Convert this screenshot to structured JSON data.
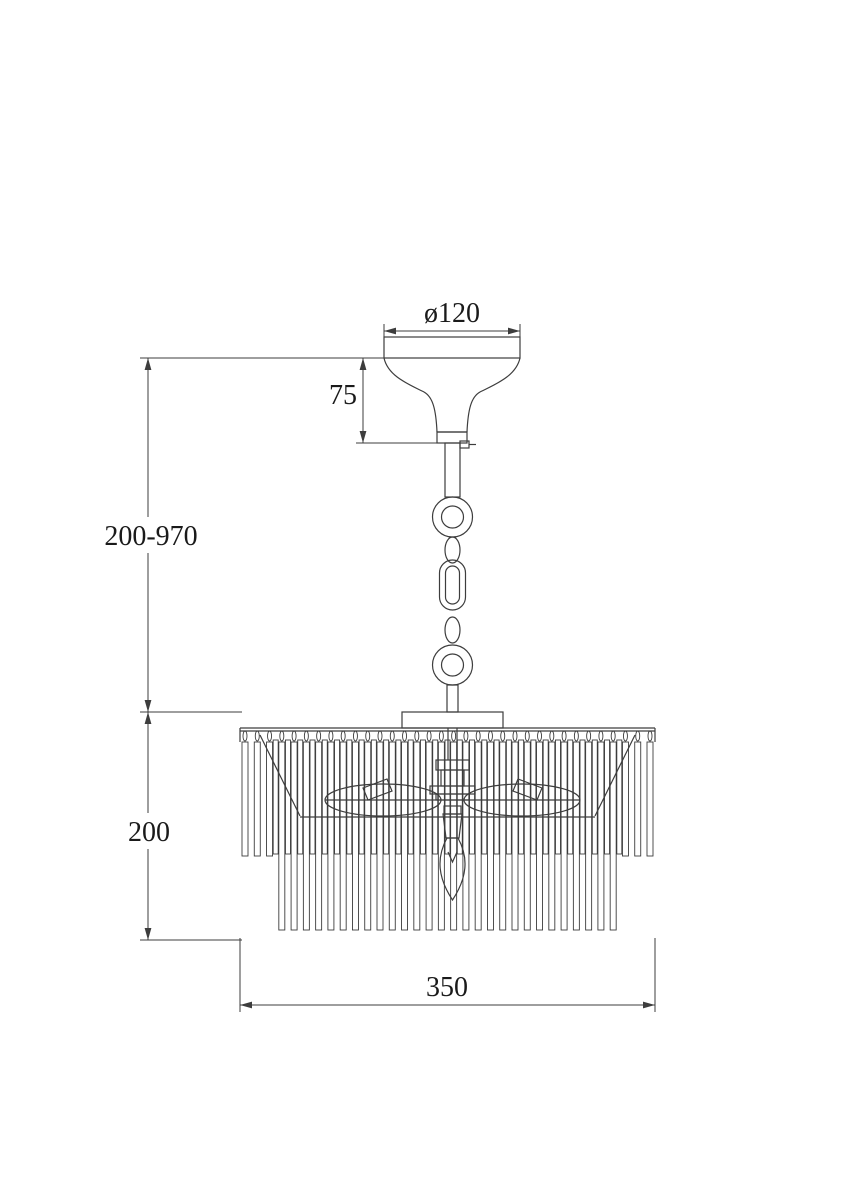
{
  "drawing": {
    "type": "chandelier-technical-drawing",
    "dimensions": {
      "canopy_diameter": "ø120",
      "canopy_height": "75",
      "suspension_height": "200-970",
      "shade_height": "200",
      "shade_diameter": "350"
    },
    "colors": {
      "line": "#3d3d3d",
      "text": "#1a1a1a",
      "background": "#ffffff"
    }
  }
}
